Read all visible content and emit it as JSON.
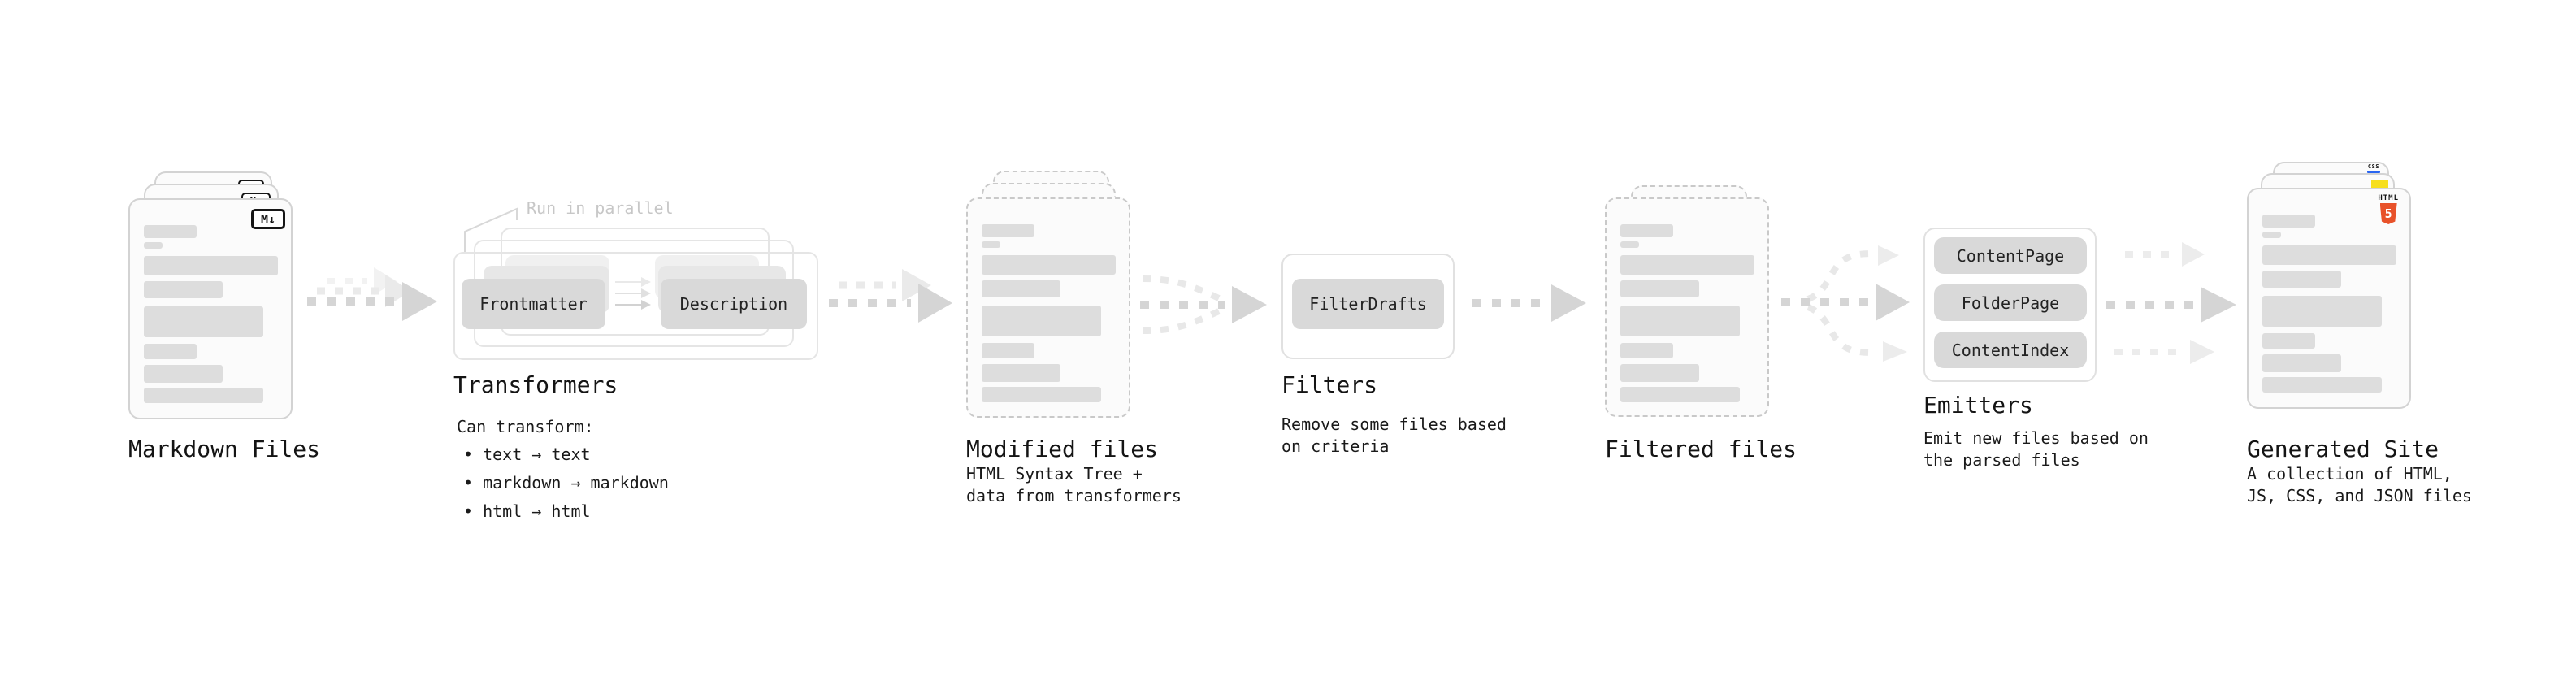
{
  "stages": {
    "markdown": {
      "label": "Markdown Files"
    },
    "transformers": {
      "label": "Transformers",
      "callout": "Run in parallel",
      "node_frontmatter": "Frontmatter",
      "node_description": "Description",
      "desc_title": "Can transform:",
      "bullets": [
        "• text → text",
        "• markdown → markdown",
        "• html → html"
      ]
    },
    "modified": {
      "label": "Modified files",
      "desc_line1": "HTML Syntax Tree +",
      "desc_line2": "data from transformers"
    },
    "filters": {
      "label": "Filters",
      "node_filterdrafts": "FilterDrafts",
      "desc_line1": "Remove some files based",
      "desc_line2": "on criteria"
    },
    "filtered": {
      "label": "Filtered files"
    },
    "emitters": {
      "label": "Emitters",
      "node_contentpage": "ContentPage",
      "node_folderpage": "FolderPage",
      "node_contentindex": "ContentIndex",
      "desc_line1": "Emit new files based on",
      "desc_line2": "the parsed files"
    },
    "generated": {
      "label": "Generated Site",
      "desc_line1": "A collection of HTML,",
      "desc_line2": "JS, CSS, and JSON files"
    }
  },
  "icons": {
    "markdown_glyph": "M↓",
    "html5_word": "HTML",
    "html5_number": "5",
    "css_word": "CSS"
  },
  "colors": {
    "html5_orange": "#e8522a",
    "js_yellow": "#f7df1e",
    "css_blue": "#2965f1"
  }
}
